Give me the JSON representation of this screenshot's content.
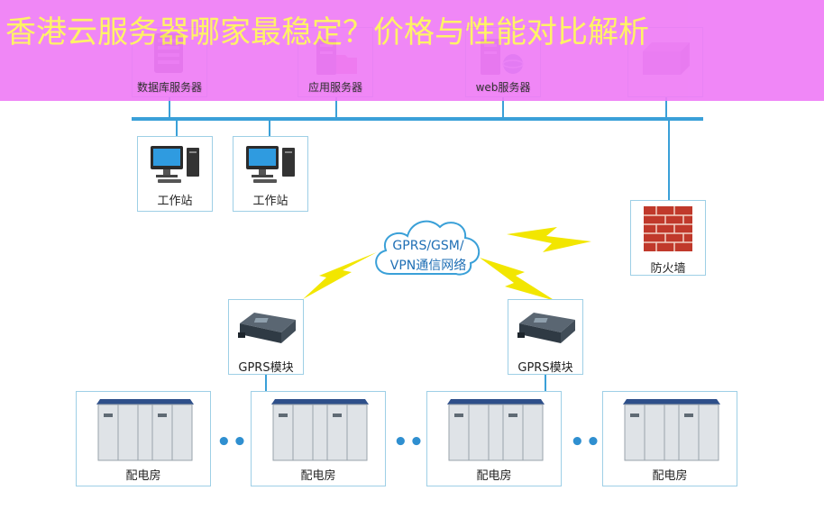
{
  "banner": {
    "title": "香港云服务器哪家最稳定？价格与性能对比解析"
  },
  "servers": [
    {
      "label": "数据库服务器",
      "icon": "database-server-icon"
    },
    {
      "label": "应用服务器",
      "icon": "app-server-icon"
    },
    {
      "label": "web服务器",
      "icon": "web-server-icon"
    },
    {
      "label": "",
      "icon": "storage-server-icon"
    }
  ],
  "workstations": [
    {
      "label": "工作站"
    },
    {
      "label": "工作站"
    }
  ],
  "firewall": {
    "label": "防火墙"
  },
  "cloud": {
    "line1": "GPRS/GSM/",
    "line2": "VPN通信网络"
  },
  "gprs_modules": [
    {
      "label": "GPRS模块"
    },
    {
      "label": "GPRS模块"
    }
  ],
  "substations": [
    {
      "label": "配电房"
    },
    {
      "label": "配电房"
    },
    {
      "label": "配电房"
    },
    {
      "label": "配电房"
    }
  ],
  "colors": {
    "banner_bg": "#ef7df6",
    "banner_text": "#fff35a",
    "line": "#3aa0d8",
    "lightning": "#f2e600",
    "box_border": "#9ecfe6"
  }
}
